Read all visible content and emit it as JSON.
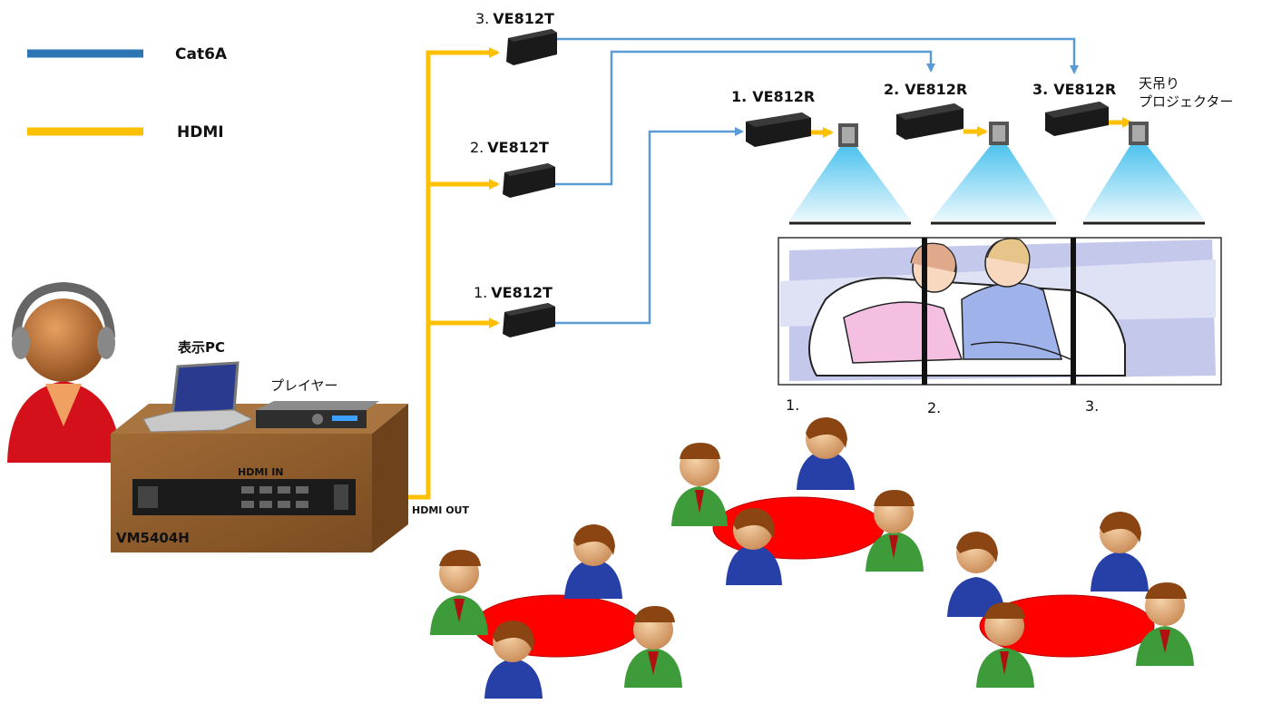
{
  "legend": {
    "cat6a": {
      "label": "Cat6A",
      "color": "#2e75b6"
    },
    "hdmi": {
      "label": "HDMI",
      "color": "#ffc000"
    }
  },
  "devices": {
    "tx1": {
      "num": "1.",
      "model": "VE812T"
    },
    "tx2": {
      "num": "2.",
      "model": "VE812T"
    },
    "tx3": {
      "num": "3.",
      "model": "VE812T"
    },
    "rx1": {
      "num": "1.",
      "model": "VE812R"
    },
    "rx2": {
      "num": "2.",
      "model": "VE812R"
    },
    "rx3": {
      "num": "3.",
      "model": "VE812R"
    }
  },
  "projector_label_line1": "天吊り",
  "projector_label_line2": "プロジェクター",
  "display_pc_label": "表示PC",
  "player_label": "プレイヤー",
  "hdmi_in_label": "HDMI IN",
  "hdmi_out_label": "HDMI OUT",
  "matrix_label": "VM5404H",
  "screen_sections": [
    "1.",
    "2.",
    "3."
  ],
  "colors": {
    "table": "#ff0000",
    "cabinet": "#8b5a2b",
    "device": "#1a1a1a",
    "beam": "#7fd3f0"
  }
}
